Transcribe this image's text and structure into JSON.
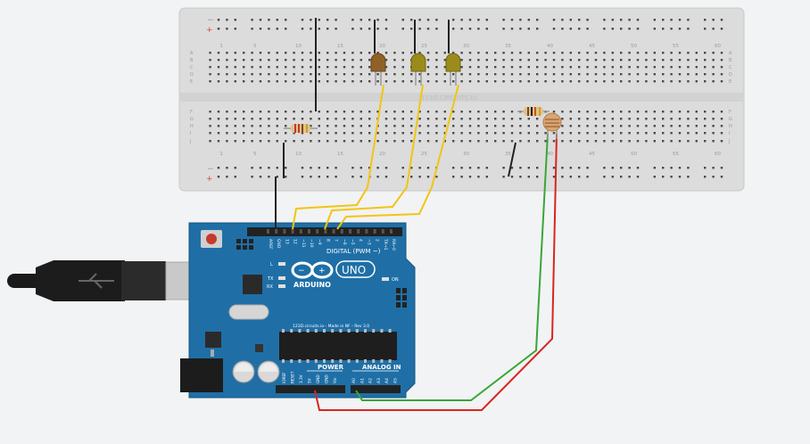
{
  "breadboard": {
    "watermark": "123D.CIRCUITS.IO",
    "column_numbers": [
      "1",
      "5",
      "10",
      "15",
      "20",
      "25",
      "30",
      "35",
      "40",
      "45",
      "50",
      "55",
      "60"
    ],
    "row_letters_top": [
      "A",
      "B",
      "C",
      "D",
      "E"
    ],
    "row_letters_bottom": [
      "F",
      "G",
      "H",
      "I",
      "J"
    ],
    "rail_plus": "+",
    "rail_minus": "−"
  },
  "arduino": {
    "brand": "ARDUINO",
    "model": "UNO",
    "digital_header_label": "DIGITAL (PWM ~)",
    "digital_pins": [
      "AREF",
      "GND",
      "13",
      "12",
      "~11",
      "~10",
      "~9",
      "8",
      "7",
      "~6",
      "~5",
      "4",
      "~3",
      "2",
      "TX→1",
      "RX←0"
    ],
    "power_label": "POWER",
    "power_pins": [
      "IOREF",
      "RESET",
      "3.3V",
      "5V",
      "GND",
      "GND",
      "Vin"
    ],
    "analog_label": "ANALOG IN",
    "analog_pins": [
      "A0",
      "A1",
      "A2",
      "A3",
      "A4",
      "A5"
    ],
    "led_labels": [
      "L",
      "TX",
      "RX",
      "ON"
    ],
    "chip_text": "123D.circuits.io - Made in NF - Rev 3.0"
  },
  "colors": {
    "board_blue": "#1f6fa6",
    "breadboard": "#dcdcdc",
    "wire_yellow": "#f2c511",
    "wire_red": "#d7261e",
    "wire_green": "#3aa635",
    "wire_black": "#222222"
  },
  "components": {
    "leds": [
      "led-1",
      "led-2",
      "led-3"
    ],
    "resistors": [
      "resistor-1",
      "resistor-2"
    ],
    "sensor": "photoresistor"
  }
}
